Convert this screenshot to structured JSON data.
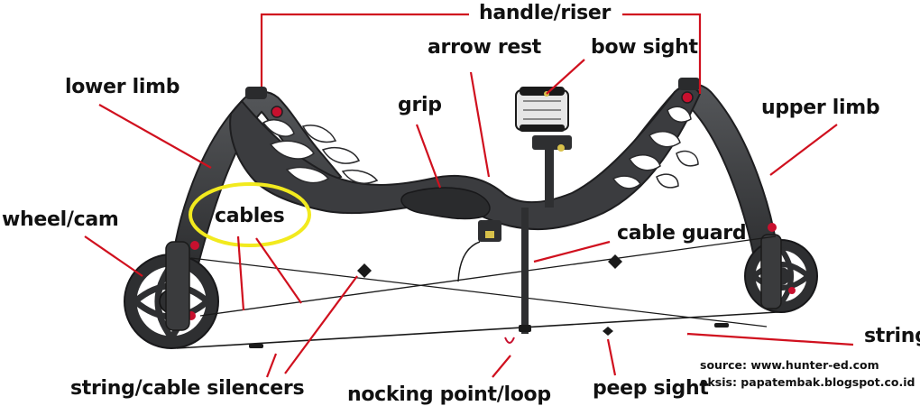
{
  "labels": {
    "handle_riser": "handle/riser",
    "arrow_rest": "arrow rest",
    "bow_sight": "bow sight",
    "lower_limb": "lower limb",
    "grip": "grip",
    "upper_limb": "upper limb",
    "cables": "cables",
    "wheel_cam": "wheel/cam",
    "cable_guard": "cable guard",
    "string": "string",
    "string_cable_silencers": "string/cable silencers",
    "nocking_point_loop": "nocking point/loop",
    "peep_sight": "peep sight"
  },
  "source": {
    "line1": "source: www.hunter-ed.com",
    "line2": "eksis: papatembak.blogspot.co.id"
  },
  "colors": {
    "leader": "#d0101e",
    "bow_body": "#3a3b3d",
    "cable": "#1a1a1a",
    "highlight": "#f2ea1e",
    "accent": "#c8102e"
  }
}
